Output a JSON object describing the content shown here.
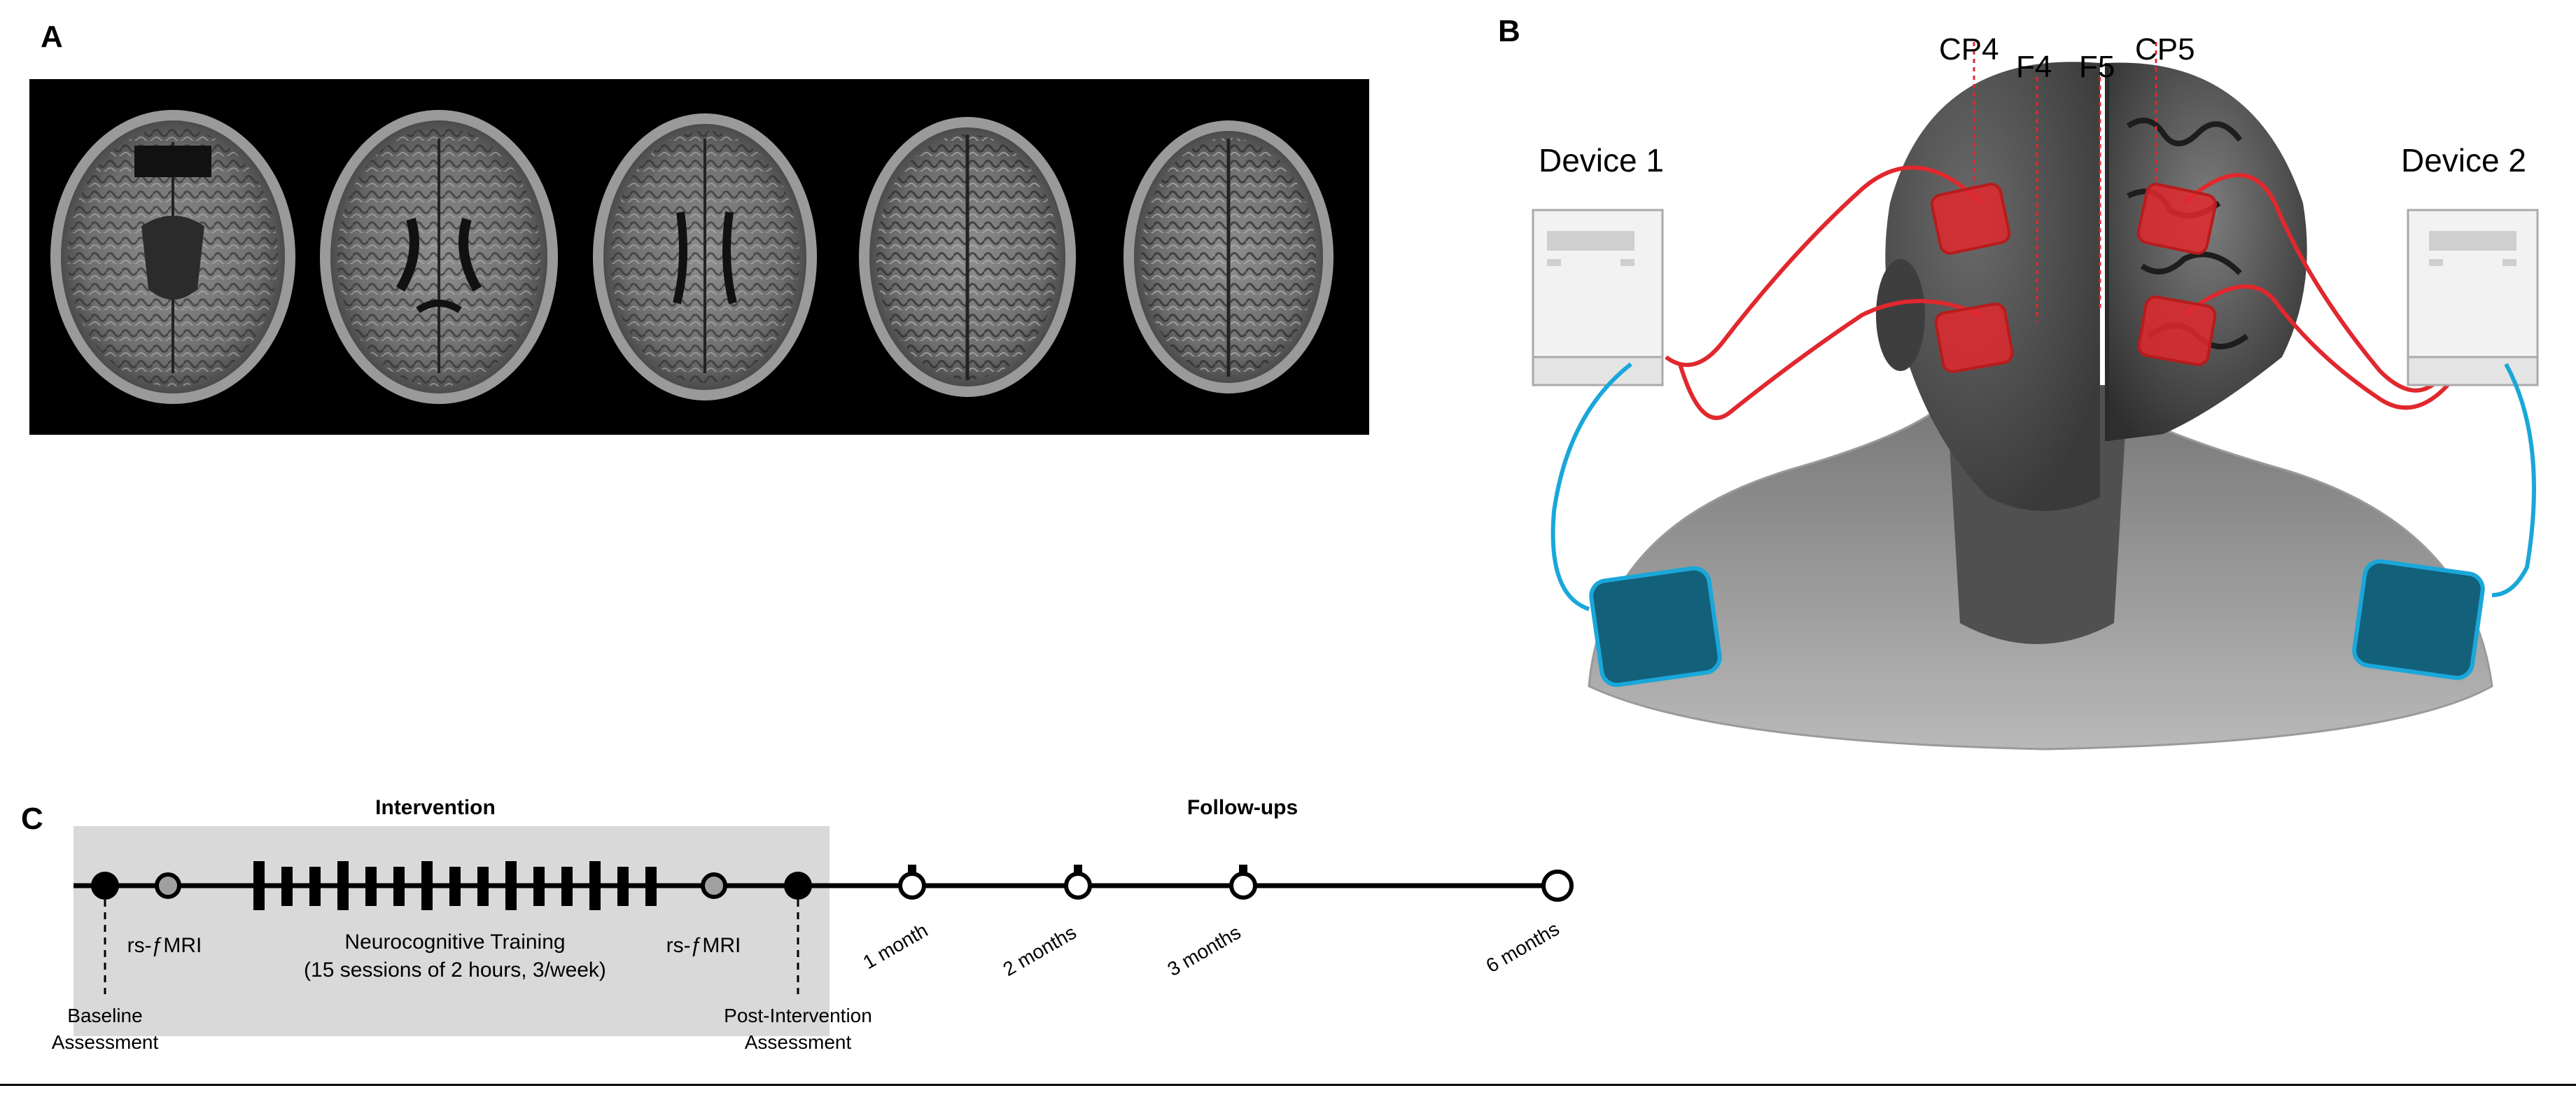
{
  "panels": {
    "a": "A",
    "b": "B",
    "c": "C"
  },
  "panel_b": {
    "device_left": "Device 1",
    "device_right": "Device 2",
    "electrodes": [
      "CP4",
      "F4",
      "F5",
      "CP5"
    ]
  },
  "panel_c": {
    "intervention_title": "Intervention",
    "followups_title": "Follow-ups",
    "rs_fmri_left": "rs-ƒMRI",
    "rs_fmri_right": "rs-ƒMRI",
    "training_line1": "Neurocognitive Training",
    "training_line2": "(15 sessions of 2 hours, 3/week)",
    "baseline_line1": "Baseline",
    "baseline_line2": "Assessment",
    "post_line1": "Post-Intervention",
    "post_line2": "Assessment",
    "followup_labels": [
      "1 month",
      "2 months",
      "3 months",
      "6 months"
    ],
    "session_count": 15
  },
  "colors": {
    "electrode_red": "#e0282e",
    "cable_blue": "#1aa7d9",
    "return_electrode": "#13607a",
    "intervention_shade": "#d9d9d9",
    "head_gray": "#4a4a4a",
    "body_gray": "#707070"
  }
}
